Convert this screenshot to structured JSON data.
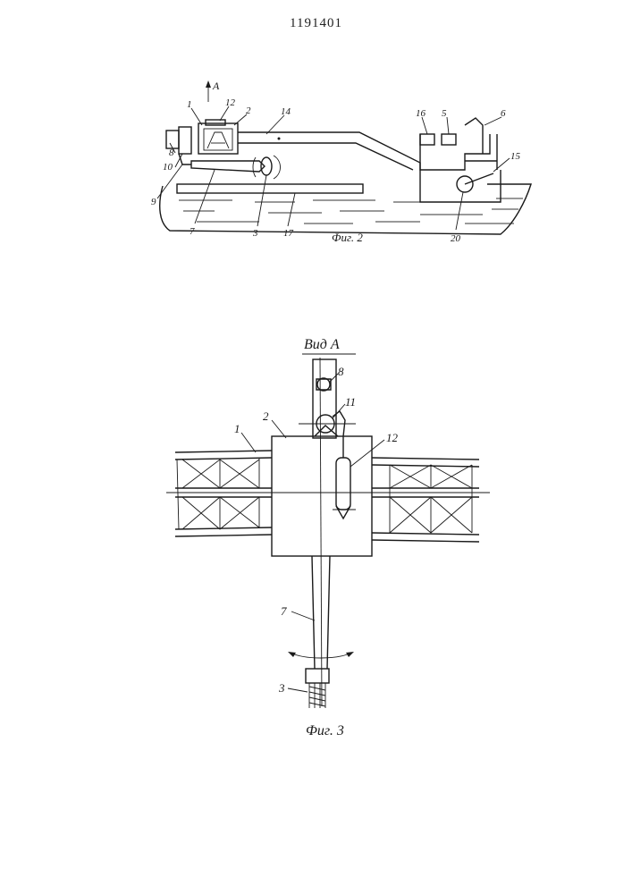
{
  "document": {
    "patent_number": "1191401"
  },
  "fig2": {
    "caption": "Фиг. 2",
    "view_marker": "A",
    "labels": [
      "1",
      "12",
      "2",
      "14",
      "16",
      "5",
      "6",
      "8",
      "10",
      "9",
      "7",
      "3",
      "17",
      "20",
      "15"
    ]
  },
  "fig3": {
    "view_title": "Вид А",
    "caption": "Фиг. 3",
    "labels": [
      "8",
      "11",
      "2",
      "1",
      "12",
      "7",
      "3"
    ]
  }
}
